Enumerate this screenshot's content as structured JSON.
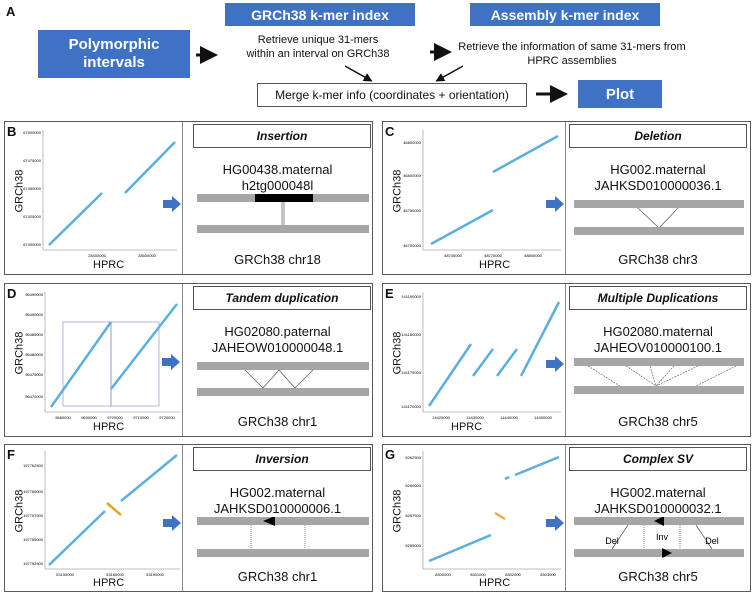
{
  "workflow": {
    "letter": "A",
    "polymorphic": "Polymorphic\nintervals",
    "grch38_index": "GRCh38 k-mer index",
    "assembly_index": "Assembly k-mer index",
    "retrieve_grch38": "Retrieve unique 31-mers\nwithin an interval on GRCh38",
    "retrieve_hprc": "Retrieve the information of same 31-mers from\nHPRC assemblies",
    "merge": "Merge k-mer info (coordinates + orientation)",
    "plot": "Plot"
  },
  "colors": {
    "accent": "#3f72c4",
    "line": "#5aafe0",
    "inversion": "#f0a020",
    "bar": "#a6a6a6"
  },
  "panels": [
    {
      "letter": "B",
      "title": "Insertion",
      "sample": "HG00438.maternal",
      "contig": "h2tg000048l",
      "chrom": "GRCh38 chr18",
      "xlabel": "HPRC",
      "ylabel": "GRCh38",
      "yticks": [
        "67500000",
        "67475000",
        "67450000",
        "67425000",
        "67400000"
      ],
      "xticks": [
        "28400000",
        "28500000"
      ]
    },
    {
      "letter": "C",
      "title": "Deletion",
      "sample": "HG002.maternal",
      "contig": "JAHKSD010000036.1",
      "chrom": "GRCh38 chr3",
      "xlabel": "HPRC",
      "ylabel": "GRCh38",
      "yticks": [
        "46800000",
        "46800000",
        "46750000",
        "46700000"
      ],
      "xticks": [
        "48740000",
        "48770000",
        "48800000"
      ]
    },
    {
      "letter": "D",
      "title": "Tandem duplication",
      "sample": "HG02080.paternal",
      "contig": "JAHEOW010000048.1",
      "chrom": "GRCh38 chr1",
      "xlabel": "HPRC",
      "ylabel": "GRCh38",
      "yticks": [
        "96490000",
        "96490000",
        "96485000",
        "96480000",
        "96475000",
        "96470000"
      ],
      "xticks": [
        "9680000",
        "9690000",
        "9700000",
        "9710000",
        "9720000"
      ]
    },
    {
      "letter": "E",
      "title": "Multiple Duplications",
      "sample": "HG02080.maternal",
      "contig": "JAHEOV010000100.1",
      "chrom": "GRCh38 chr5",
      "xlabel": "HPRC",
      "ylabel": "GRCh38",
      "yticks": [
        "141190000",
        "141180000",
        "141175000",
        "141170000"
      ],
      "xticks": [
        "14420000",
        "14430000",
        "14440000",
        "14450000"
      ]
    },
    {
      "letter": "F",
      "title": "Inversion",
      "sample": "HG002.maternal",
      "contig": "JAHKSD010000006.1",
      "chrom": "GRCh38 chr1",
      "xlabel": "HPRC",
      "ylabel": "GRCh38",
      "yticks": [
        "197762500",
        "197760000",
        "197757500",
        "197755000",
        "197752500"
      ],
      "xticks": [
        "53150000",
        "53160000",
        "53190000"
      ]
    },
    {
      "letter": "G",
      "title": "Complex SV",
      "sample": "HG002.maternal",
      "contig": "JAHKSD010000032.1",
      "chrom": "GRCh38 chr5",
      "xlabel": "HPRC",
      "ylabel": "GRCh38",
      "yticks": [
        "8262500",
        "8260000",
        "8257500",
        "8255000"
      ],
      "xticks": [
        "8300000",
        "8301000",
        "8302000",
        "8303000"
      ],
      "labels": {
        "inv": "Inv",
        "del_left": "Del",
        "del_right": "Del"
      }
    }
  ]
}
